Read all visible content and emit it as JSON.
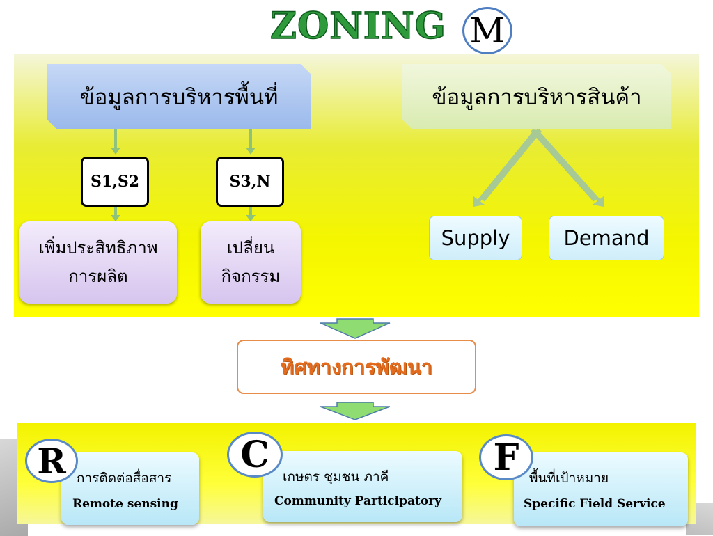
{
  "title": {
    "text": "ZONING",
    "badge": "M"
  },
  "top_section": {
    "area_header": "ข้อมูลการบริหารพื้นที่",
    "product_header": "ข้อมูลการบริหารสินค้า",
    "s_boxes": [
      "S1,S2",
      "S3,N"
    ],
    "outcomes": [
      {
        "line1": "เพิ่มประสิทธิภาพ",
        "line2": "การผลิต"
      },
      {
        "line1": "เปลี่ยน",
        "line2": "กิจกรรม"
      }
    ],
    "market": [
      "Supply",
      "Demand"
    ]
  },
  "development": "ทิศทางการพัฒนา",
  "bottom_section": {
    "items": [
      {
        "letter": "R",
        "thai": "การติดต่อสื่อสาร",
        "english": "Remote sensing"
      },
      {
        "letter": "C",
        "thai": "เกษตร ชุมชน ภาคี",
        "english": "Community Participatory"
      },
      {
        "letter": "F",
        "thai": "พื้นที่เป้าหมาย",
        "english": "Specific Field Service"
      }
    ]
  },
  "colors": {
    "title_green": "#2e9a3b",
    "panel_yellow": "#ffff00",
    "development_orange": "#e46c1f",
    "arrow_green": "#8fdc73",
    "circle_border": "#5a8ac6"
  }
}
